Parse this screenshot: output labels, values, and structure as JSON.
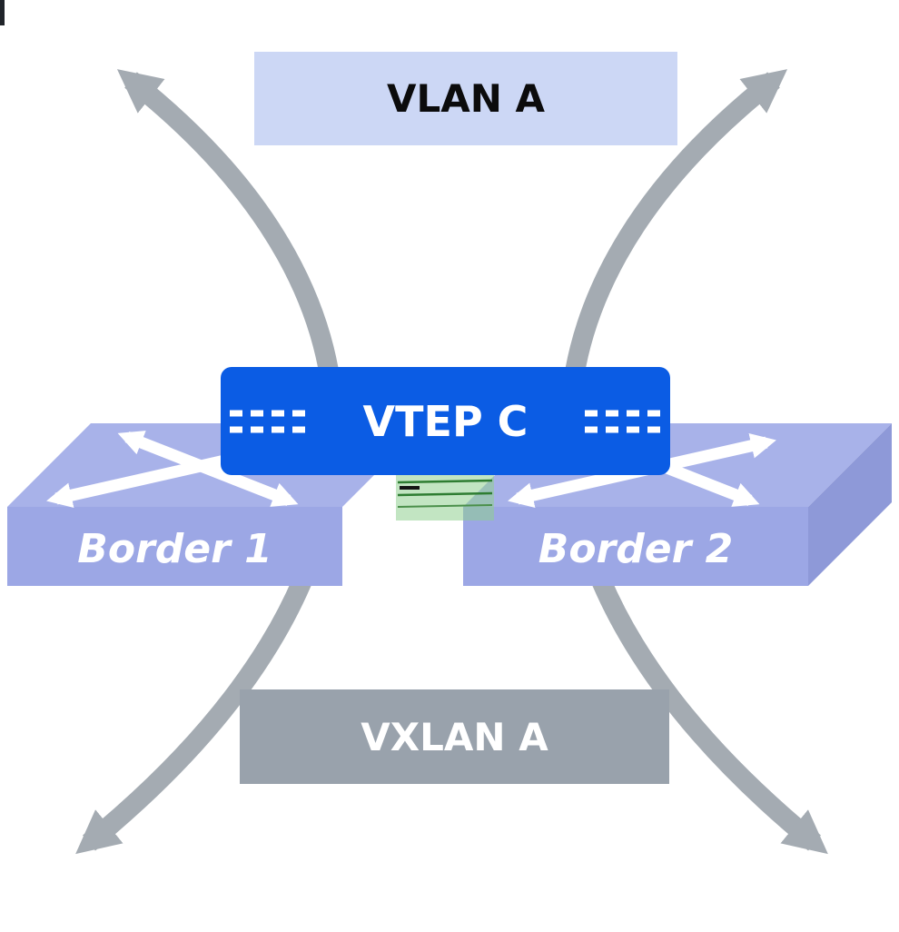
{
  "diagram": {
    "vlan_box": {
      "label": "VLAN A",
      "bg": "#ccd7f5",
      "text": "#0b0b0c"
    },
    "vtep_box": {
      "label": "VTEP C",
      "bg": "#0b5ce4",
      "text": "#ffffff"
    },
    "switches": [
      {
        "label": "Border 1"
      },
      {
        "label": "Border 2"
      }
    ],
    "vxlan_box": {
      "label": "VXLAN A",
      "bg": "#99a2ac",
      "text": "#ffffff"
    },
    "colors": {
      "arrow": "#a4abb2",
      "switch_top": "#a8b2e9",
      "switch_front": "#9ca7e5",
      "switch_side": "#8e99d8",
      "switch_arrows": "#ffffff",
      "connector_fill": "#8fd08f",
      "connector_lines": "#2e7d32",
      "port_dashes": "#ffffff"
    }
  }
}
